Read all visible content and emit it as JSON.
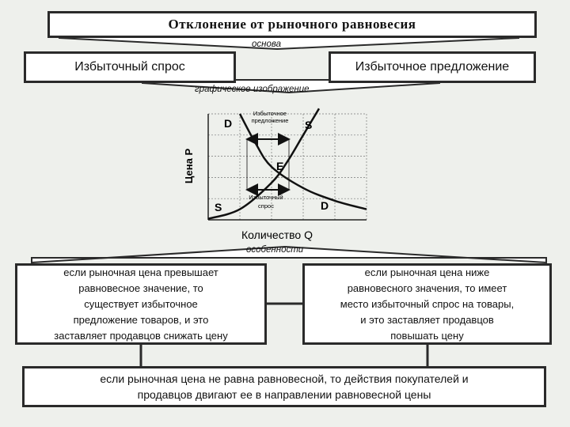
{
  "title": "Отклонение от рыночного равновесия",
  "captions": {
    "basis": "основа",
    "graphic": "графическое изображение",
    "features": "особенности"
  },
  "concepts": {
    "excess_demand": "Избыточный спрос",
    "excess_supply": "Избыточное предложение"
  },
  "chart_data": {
    "type": "line",
    "title": "",
    "xlabel": "Количество Q",
    "ylabel": "Цена P",
    "grid": true,
    "series": [
      {
        "name": "D",
        "x": [
          2,
          3,
          4,
          6,
          8,
          10
        ],
        "y": [
          10,
          7.2,
          5,
          3,
          1.8,
          1
        ]
      },
      {
        "name": "S",
        "x": [
          0,
          2,
          4,
          5,
          6,
          7
        ],
        "y": [
          0.1,
          1,
          3.5,
          5.5,
          8,
          10.5
        ]
      }
    ],
    "labels": {
      "d_top": "D",
      "s_top": "S",
      "s_bottom": "S",
      "d_bottom": "D",
      "equilibrium": "E"
    },
    "annotations": {
      "surplus": [
        "Избыточное",
        "предложение"
      ],
      "shortage": [
        "Избыточный",
        "спрос"
      ]
    }
  },
  "features": {
    "high_price": [
      "если рыночная цена превышает",
      "равновесное значение, то",
      "существует избыточное",
      "предложение товаров, и это",
      "заставляет продавцов снижать цену"
    ],
    "low_price": [
      "если рыночная цена ниже",
      "равновесного значения, то имеет",
      "место избыточный спрос на товары,",
      "и это заставляет продавцов",
      "повышать цену"
    ]
  },
  "conclusion": [
    "если рыночная цена не равна равновесной, то действия покупателей и",
    "продавцов двигают ее в направлении равновесной цены"
  ],
  "colors": {
    "border": "#2a2a2a",
    "background": "#eef0ec",
    "box": "#ffffff"
  }
}
